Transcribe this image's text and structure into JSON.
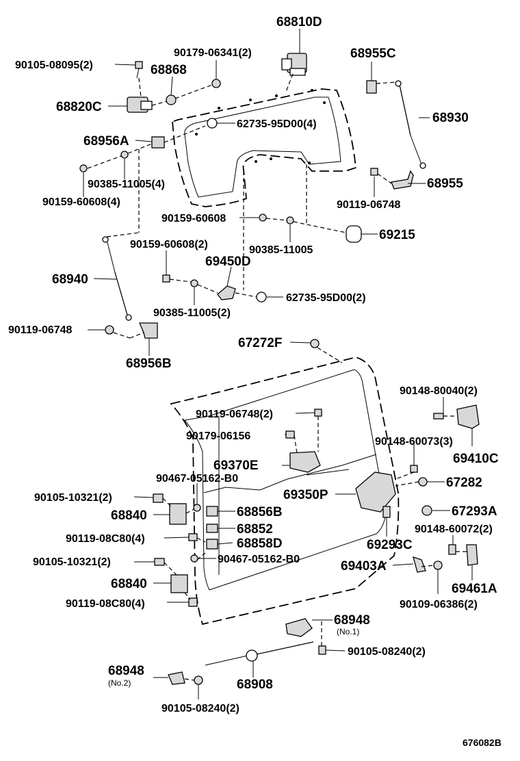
{
  "labels": {
    "p68810D": "68810D",
    "p90105_08095": "90105-08095(2)",
    "p90179_06341": "90179-06341(2)",
    "p68868": "68868",
    "p68955C": "68955C",
    "p68820C": "68820C",
    "p62735_4": "62735-95D00(4)",
    "p68930": "68930",
    "p68956A": "68956A",
    "p90385_4": "90385-11005(4)",
    "p90159_4": "90159-60608(4)",
    "p68955": "68955",
    "p90119_a": "90119-06748",
    "p90159_single": "90159-60608",
    "p90385_single": "90385-11005",
    "p69215": "69215",
    "p90159_2": "90159-60608(2)",
    "p69450D": "69450D",
    "p68940": "68940",
    "p62735_2": "62735-95D00(2)",
    "p90385_2": "90385-11005(2)",
    "p90119_b": "90119-06748",
    "p68956B": "68956B",
    "p67272F": "67272F",
    "p90148_80040": "90148-80040(2)",
    "p90119_06748_2": "90119-06748(2)",
    "p90179_06156": "90179-06156",
    "p90148_60073": "90148-60073(3)",
    "p69410C": "69410C",
    "p69370E": "69370E",
    "p67282": "67282",
    "p90467_a": "90467-05162-B0",
    "p90105_10321_a": "90105-10321(2)",
    "p69350P": "69350P",
    "p68840_a": "68840",
    "p68856B": "68856B",
    "p67293A": "67293A",
    "p68852": "68852",
    "p90119_08C80_a": "90119-08C80(4)",
    "p90148_60072": "90148-60072(2)",
    "p68858D": "68858D",
    "p69293C": "69293C",
    "p90105_10321_b": "90105-10321(2)",
    "p90467_b": "90467-05162-B0",
    "p69403A": "69403A",
    "p69461A": "69461A",
    "p68840_b": "68840",
    "p90109_06386": "90109-06386(2)",
    "p90119_08C80_b": "90119-08C80(4)",
    "p68948_1": "68948",
    "p68948_1_sub": "(No.1)",
    "p90105_08240_a": "90105-08240(2)",
    "p68948_2": "68948",
    "p68948_2_sub": "(No.2)",
    "p68908": "68908",
    "p90105_08240_b": "90105-08240(2)",
    "footer_code": "676082B"
  }
}
